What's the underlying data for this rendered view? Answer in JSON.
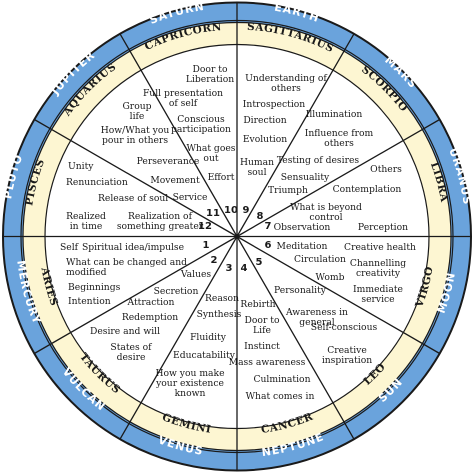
{
  "colors": {
    "planet_ring": "#6aa3dc",
    "planet_ring_dark": "#3f7cc0",
    "sign_ring": "#fdf6d2",
    "center_bg": "#ffffff",
    "line": "#1a1a1a"
  },
  "segments": [
    {
      "planet": "SATURN",
      "sign": "CAPRICORN",
      "number": "10",
      "keywords": [
        "Door to",
        "Liberation",
        "Full presentation",
        "of self",
        "Conscious",
        "participation",
        "What goes",
        "out",
        "Effort"
      ]
    },
    {
      "planet": "EARTH",
      "sign": "SAGITTARIUS",
      "number": "9",
      "keywords": [
        "Understanding of",
        "others",
        "Introspection",
        "Direction",
        "Evolution",
        "Human",
        "soul"
      ]
    },
    {
      "planet": "MARS",
      "sign": "SCORPIO",
      "number": "8",
      "keywords": [
        "Illumination",
        "Influence from",
        "others",
        "Testing of desires",
        "Sensuality",
        "Triumph"
      ]
    },
    {
      "planet": "URANUS",
      "sign": "LIBRA",
      "number": "7",
      "keywords": [
        "Others",
        "Contemplation",
        "What is beyond",
        "control",
        "Perception",
        "Observation"
      ]
    },
    {
      "planet": "MOON",
      "sign": "VIRGO",
      "number": "6",
      "keywords": [
        "Meditation",
        "Creative health",
        "Circulation",
        "Channelling",
        "creativity",
        "Womb",
        "Immediate",
        "service"
      ]
    },
    {
      "planet": "SUN",
      "sign": "LEO",
      "number": "5",
      "keywords": [
        "Personality",
        "Awareness in",
        "general",
        "Self-conscious",
        "Creative",
        "inspiration"
      ]
    },
    {
      "planet": "NEPTUNE",
      "sign": "CANCER",
      "number": "4",
      "keywords": [
        "Rebirth",
        "Door to",
        "Life",
        "Instinct",
        "Mass awareness",
        "Culmination",
        "What comes in"
      ]
    },
    {
      "planet": "VENUS",
      "sign": "GEMINI",
      "number": "3",
      "keywords": [
        "Reason",
        "Synthesis",
        "Fluidity",
        "Educatability",
        "How you make",
        "your existence",
        "known"
      ]
    },
    {
      "planet": "VULCAN",
      "sign": "TAURUS",
      "number": "2",
      "keywords": [
        "Values",
        "Secretion",
        "Attraction",
        "Redemption",
        "Desire and will",
        "States of",
        "desire"
      ]
    },
    {
      "planet": "MERCURY",
      "sign": "ARIES",
      "number": "1",
      "keywords": [
        "Self",
        "Spiritual idea/impulse",
        "What can be changed and",
        "modified",
        "Beginnings",
        "Intention"
      ]
    },
    {
      "planet": "PLUTO",
      "sign": "PISCES",
      "number": "12",
      "keywords": [
        "Unity",
        "Renunciation",
        "Release of soul",
        "Realized",
        "in time",
        "Realization of something greater"
      ]
    },
    {
      "planet": "JUPITER",
      "sign": "AQUARIUS",
      "number": "11",
      "keywords": [
        "Group",
        "life",
        "How/What you",
        "pour in others",
        "Perseverance",
        "Movement",
        "Service"
      ]
    }
  ]
}
